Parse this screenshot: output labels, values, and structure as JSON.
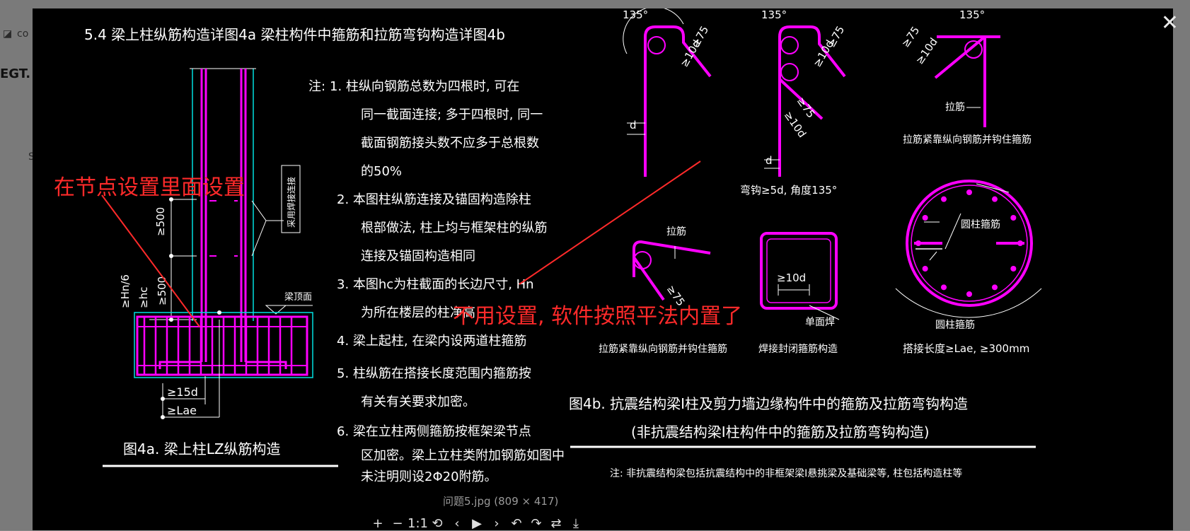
{
  "background": {
    "fragment_1": "co",
    "fragment_2": "EGT.",
    "fragment_3": "S"
  },
  "viewer": {
    "caption": "问题5.jpg (809 × 417)",
    "toolbar": [
      "+",
      "−",
      "1:1",
      "⟲",
      "‹",
      "▶",
      "›",
      "↶",
      "↷",
      "⇄",
      "⤓"
    ]
  },
  "drawing": {
    "main_title": "5.4 梁上柱纵筋构造详图4a 梁柱构件中箍筋和拉筋弯钩构造详图4b",
    "notes_head": "注:",
    "notes": [
      "1. 柱纵向钢筋总数为四根时, 可在",
      "同一截面连接; 多于四根时, 同一",
      "截面钢筋接头数不应多于总根数",
      "的50%",
      "2. 本图柱纵筋连接及锚固构造除柱",
      "根部做法, 柱上均与框架柱的纵筋",
      "连接及锚固构造相同",
      "3. 本图hc为柱截面的长边尺寸, Hn",
      "为所在楼层的柱净高",
      "4. 梁上起柱, 在梁内设两道柱箍筋",
      "5. 柱纵筋在搭接长度范围内箍筋按",
      "有关有关要求加密。",
      "6. 梁在立柱两侧箍筋按框架梁节点",
      "区加密。梁上立柱类附加钢筋如图中",
      "未注明则设2Φ20附筋。"
    ],
    "left_labels": {
      "ge500": "≥500",
      "hn6": "≥Hn/6",
      "hc": "≥hc",
      "ge500b": "≥500",
      "ge15d": "≥15d",
      "lae": "≥Lae",
      "vertical_note": "采用焊接连接",
      "beam_top": "梁顶面"
    },
    "fig4a_caption": "图4a. 梁上柱LZ纵筋构造",
    "hooks": {
      "deg135": "135°",
      "ge75": "≥75",
      "ge10d": "≥10d",
      "d": "d",
      "tie": "拉筋",
      "tie_label_1": "拉筋紧靠纵向钢筋并钩住箍筋",
      "tie_label_2": "拉筋紧靠纵向钢筋并钩住箍筋",
      "hook_note": "弯钩≥5d, 角度135°",
      "circle_stirrup": "圆柱箍筋",
      "ge10d_b": "≥10d",
      "weld": "单面焊",
      "closed_stirrup": "焊接封闭箍筋构造",
      "ring": "圆柱箍筋",
      "lap": "搭接长度≥Lae, ≥300mm",
      "tie2": "拉筋"
    },
    "fig4b_title": "图4b. 抗震结构梁I柱及剪力墙边缘构件中的箍筋及拉筋弯钩构造",
    "fig4b_sub": "(非抗震结构梁I柱构件中的箍筋及拉筋弯钩构造)",
    "footer_note": "注: 非抗震结构梁包括抗震结构中的非框架梁I悬挑梁及基础梁等, 柱包括构造柱等"
  },
  "annotations": {
    "label_1": "在节点设置里面设置",
    "label_2": "不用设置, 软件按照平法内置了"
  },
  "colors": {
    "magenta": "#ff00ff",
    "cyan": "#00e0e0",
    "white": "#ffffff",
    "annotation_red": "#ff2a2a"
  }
}
